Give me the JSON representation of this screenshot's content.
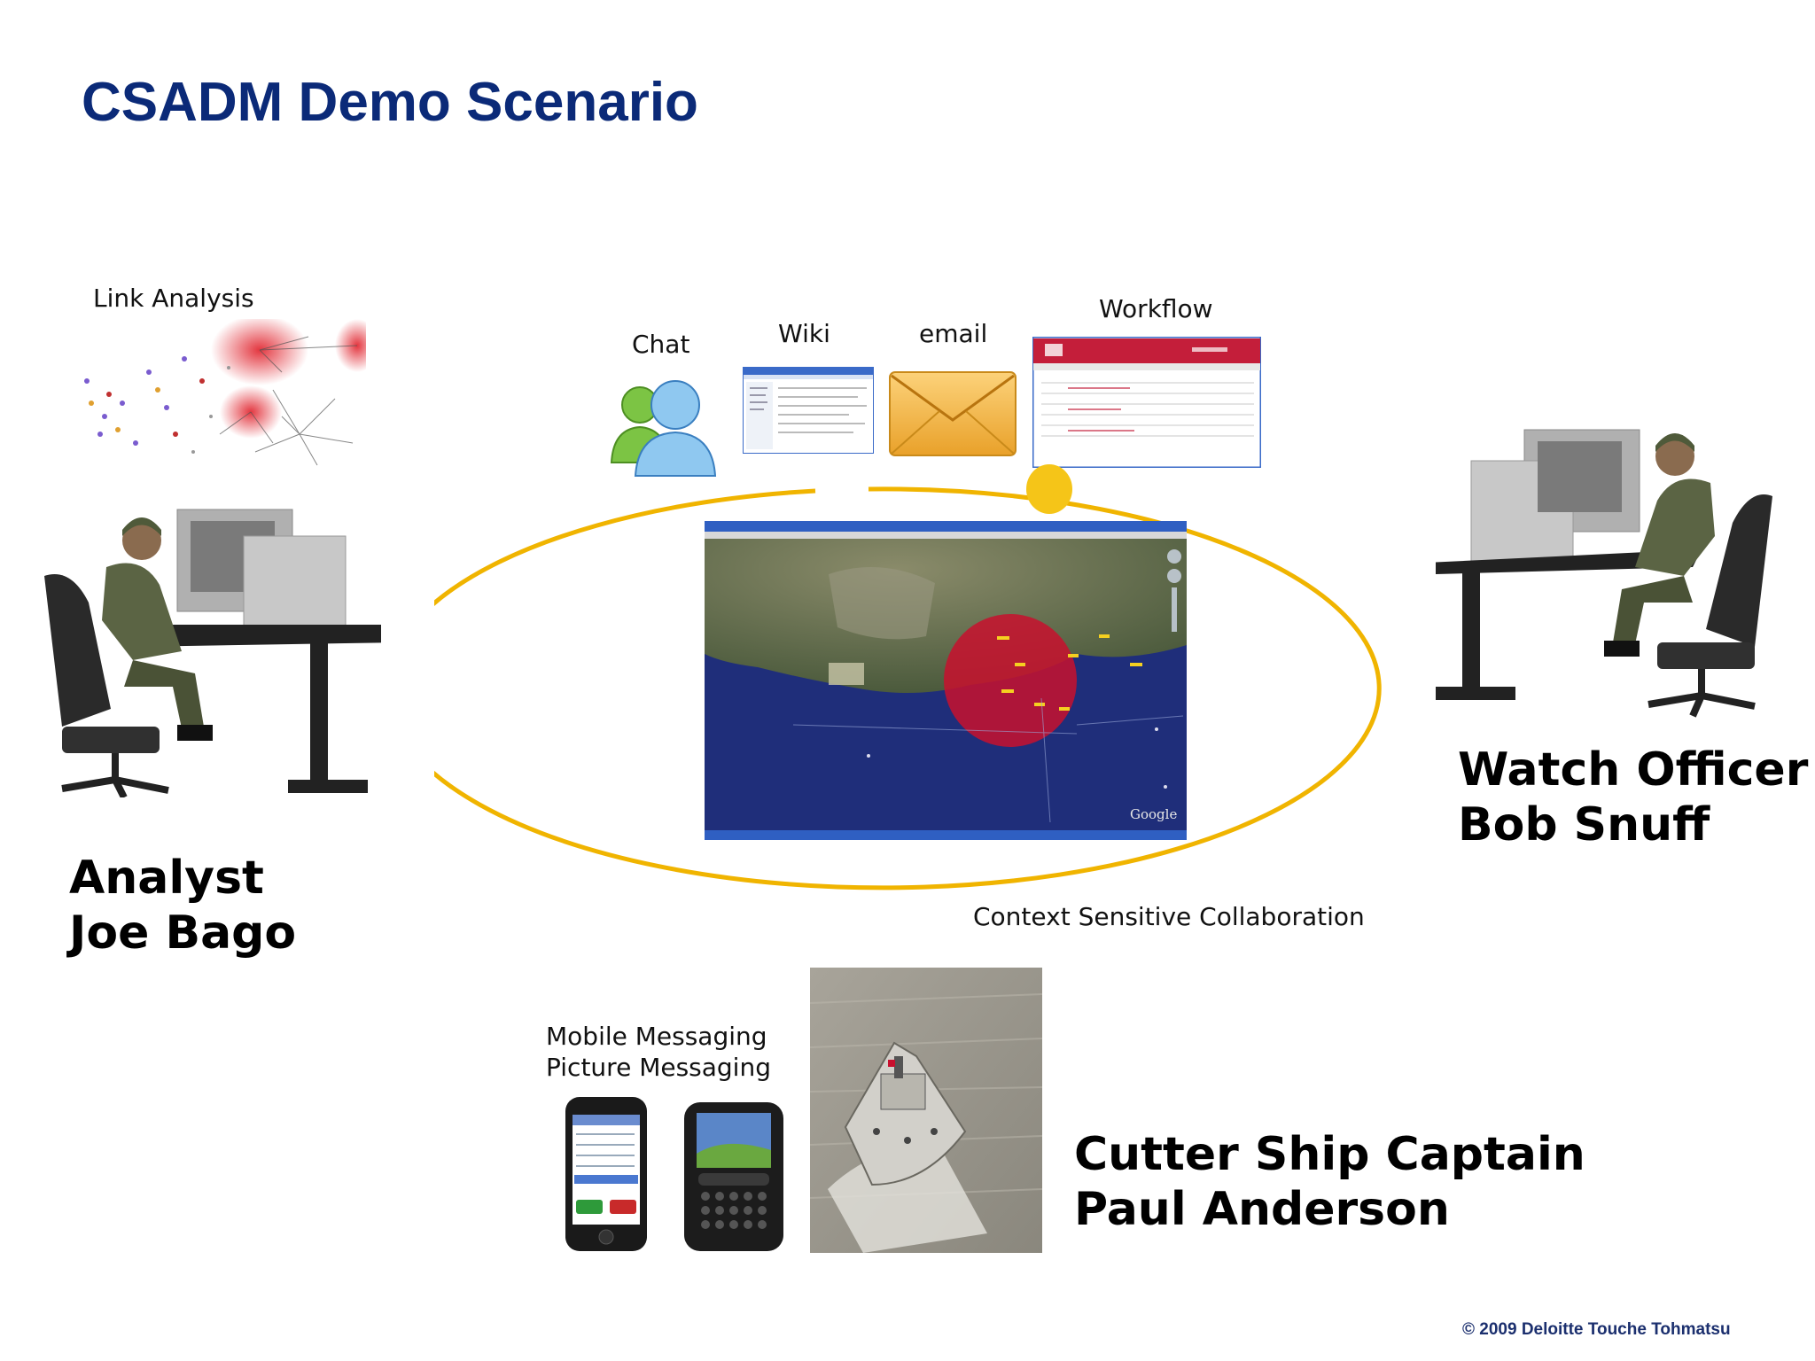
{
  "slide": {
    "title": "CSADM Demo Scenario",
    "copyright": "© 2009 Deloitte Touche Tohmatsu"
  },
  "labels": {
    "link_analysis": "Link Analysis",
    "chat": "Chat",
    "wiki": "Wiki",
    "email": "email",
    "workflow": "Workflow",
    "context": "Context Sensitive Collaboration",
    "mobile_line1": "Mobile Messaging",
    "mobile_line2": "Picture Messaging"
  },
  "people": {
    "analyst": {
      "role": "Analyst",
      "name": "Joe Bago"
    },
    "watch_officer": {
      "role": "Watch Officer",
      "name": "Bob Snuff"
    },
    "captain": {
      "role": "Cutter Ship Captain",
      "name": "Paul Anderson"
    }
  },
  "map": {
    "watermark": "Google"
  },
  "colors": {
    "title": "#0b2a78",
    "ring": "#f0b400",
    "red_zone": "#c8102e",
    "sea": "#1f2e7a"
  }
}
